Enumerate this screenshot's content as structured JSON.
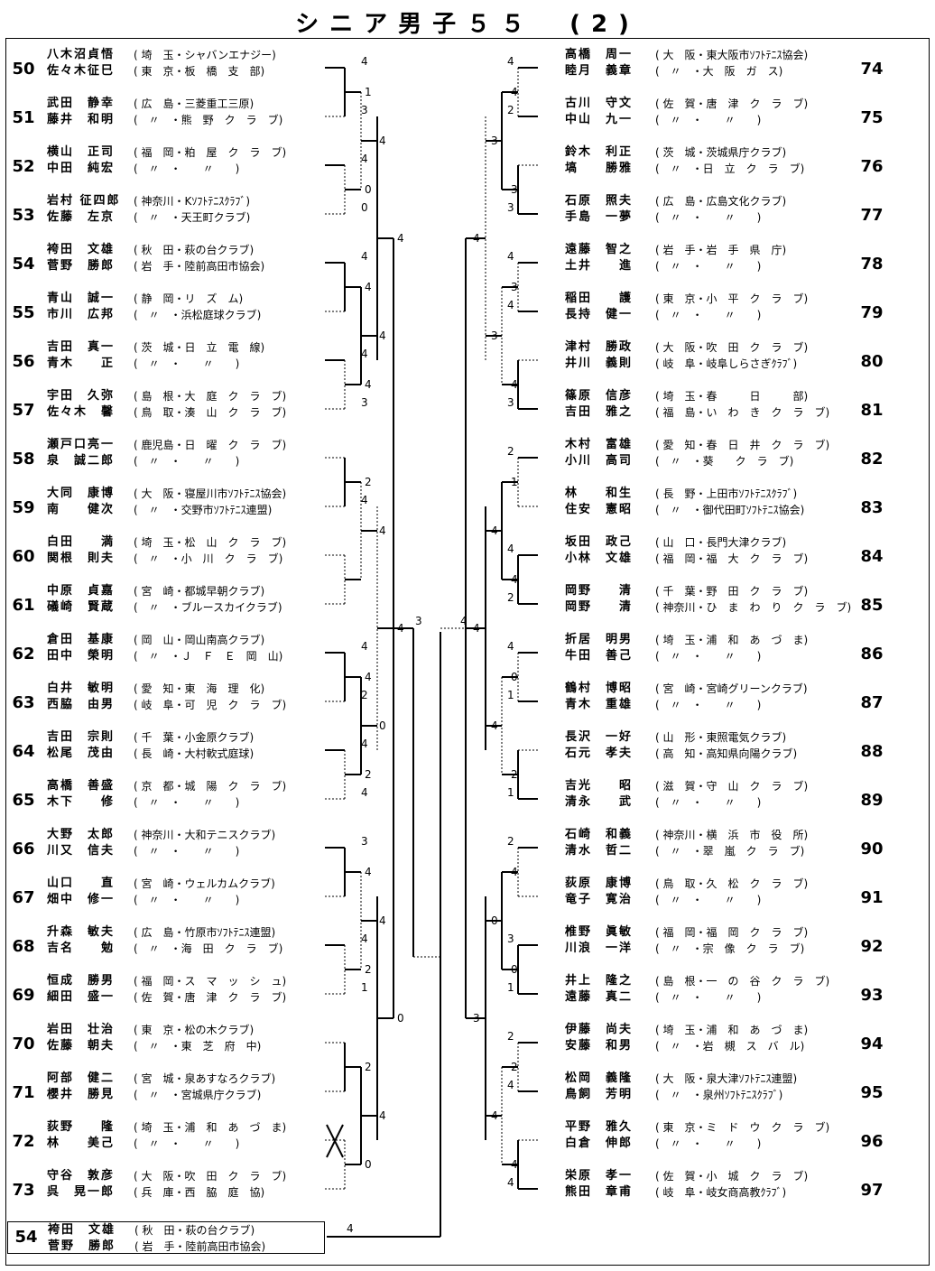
{
  "title": "シニア男子５５　(2)",
  "left_teams": [
    {
      "no": "50",
      "p1": "八木沼貞悟",
      "a1": "( 埼　玉・シャバンエナジー)",
      "p2": "佐々木征巳",
      "a2": "( 東　京・板　橋　支　部)"
    },
    {
      "no": "51",
      "p1": "武田　静幸",
      "a1": "( 広　島・三菱重工三原)",
      "p2": "藤井　和明",
      "a2": "(　〃　・熊　野　ク　ラ　ブ)"
    },
    {
      "no": "52",
      "p1": "横山　正司",
      "a1": "( 福　岡・粕　屋　ク　ラ　ブ)",
      "p2": "中田　純宏",
      "a2": "(　〃　・　　〃　　)"
    },
    {
      "no": "53",
      "p1": "岩村 征四郎",
      "a1": "( 神奈川・Kｿﾌﾄﾃﾆｽｸﾗﾌﾞ)",
      "p2": "佐藤　左京",
      "a2": "(　〃　・天王町クラブ)"
    },
    {
      "no": "54",
      "p1": "袴田　文雄",
      "a1": "( 秋　田・萩の台クラブ)",
      "p2": "菅野　勝郎",
      "a2": "( 岩　手・陸前高田市協会)"
    },
    {
      "no": "55",
      "p1": "青山　誠一",
      "a1": "( 静　岡・リ　ズ　ム)",
      "p2": "市川　広邦",
      "a2": "(　〃　・浜松庭球クラブ)"
    },
    {
      "no": "56",
      "p1": "吉田　真一",
      "a1": "( 茨　城・日　立　電　線)",
      "p2": "青木　　正",
      "a2": "(　〃　・　　〃　　)"
    },
    {
      "no": "57",
      "p1": "宇田　久弥",
      "a1": "( 島　根・大　庭　ク　ラ　ブ)",
      "p2": "佐々木　馨",
      "a2": "( 鳥　取・湊　山　ク　ラ　ブ)"
    },
    {
      "no": "58",
      "p1": "瀬戸口亮一",
      "a1": "( 鹿児島・日　曜　ク　ラ　ブ)",
      "p2": "泉　誠二郎",
      "a2": "(　〃　・　　〃　　)"
    },
    {
      "no": "59",
      "p1": "大同　康博",
      "a1": "( 大　阪・寝屋川市ｿﾌﾄﾃﾆｽ協会)",
      "p2": "南　　健次",
      "a2": "(　〃　・交野市ｿﾌﾄﾃﾆｽ連盟)"
    },
    {
      "no": "60",
      "p1": "白田　　満",
      "a1": "( 埼　玉・松　山　ク　ラ　ブ)",
      "p2": "関根　則夫",
      "a2": "(　〃　・小　川　ク　ラ　ブ)"
    },
    {
      "no": "61",
      "p1": "中原　貞嘉",
      "a1": "( 宮　崎・都城早朝クラブ)",
      "p2": "礒崎　賢蔵",
      "a2": "(　〃　・ブルースカイクラブ)"
    },
    {
      "no": "62",
      "p1": "倉田　基康",
      "a1": "( 岡　山・岡山南高クラブ)",
      "p2": "田中　榮明",
      "a2": "(　〃　・Ｊ　Ｆ　Ｅ　岡　山)"
    },
    {
      "no": "63",
      "p1": "白井　敏明",
      "a1": "( 愛　知・東　海　理　化)",
      "p2": "西脇　由男",
      "a2": "( 岐　阜・可　児　ク　ラ　ブ)"
    },
    {
      "no": "64",
      "p1": "吉田　宗則",
      "a1": "( 千　葉・小金原クラブ)",
      "p2": "松尾　茂由",
      "a2": "( 長　崎・大村軟式庭球)"
    },
    {
      "no": "65",
      "p1": "高橋　善盛",
      "a1": "( 京　都・城　陽　ク　ラ　ブ)",
      "p2": "木下　　修",
      "a2": "(　〃　・　　〃　　)"
    },
    {
      "no": "66",
      "p1": "大野　太郎",
      "a1": "( 神奈川・大和テニスクラブ)",
      "p2": "川又　信夫",
      "a2": "(　〃　・　　〃　　)"
    },
    {
      "no": "67",
      "p1": "山口　　直",
      "a1": "( 宮　崎・ウェルカムクラブ)",
      "p2": "畑中　修一",
      "a2": "(　〃　・　　〃　　)"
    },
    {
      "no": "68",
      "p1": "升森　敏夫",
      "a1": "( 広　島・竹原市ｿﾌﾄﾃﾆｽ連盟)",
      "p2": "吉名　　勉",
      "a2": "(　〃　・海　田　ク　ラ　ブ)"
    },
    {
      "no": "69",
      "p1": "恒成　勝男",
      "a1": "( 福　岡・ス　マ　ッ　シ　ュ)",
      "p2": "細田　盛一",
      "a2": "( 佐　賀・唐　津　ク　ラ　ブ)"
    },
    {
      "no": "70",
      "p1": "岩田　壮治",
      "a1": "( 東　京・松の木クラブ)",
      "p2": "佐藤　朝夫",
      "a2": "(　〃　・東　芝　府　中)"
    },
    {
      "no": "71",
      "p1": "阿部　健二",
      "a1": "( 宮　城・泉あすなろクラブ)",
      "p2": "櫻井　勝見",
      "a2": "(　〃　・宮城県庁クラブ)"
    },
    {
      "no": "72",
      "p1": "荻野　　隆",
      "a1": "( 埼　玉・浦　和　あ　づ　ま)",
      "p2": "林　　美己",
      "a2": "(　〃　・　　〃　　)"
    },
    {
      "no": "73",
      "p1": "守谷　敦彦",
      "a1": "( 大　阪・吹　田　ク　ラ　ブ)",
      "p2": "呉　晃一郎",
      "a2": "( 兵　庫・西　脇　庭　協)"
    }
  ],
  "right_teams": [
    {
      "no": "74",
      "p1": "高橋　周一",
      "a1": "( 大　阪・東大阪市ｿﾌﾄﾃﾆｽ協会)",
      "p2": "睦月　義章",
      "a2": "(　〃　・大　阪　ガ　ス)"
    },
    {
      "no": "75",
      "p1": "古川　守文",
      "a1": "( 佐　賀・唐　津　ク　ラ　ブ)",
      "p2": "中山　九一",
      "a2": "(　〃　・　　〃　　)"
    },
    {
      "no": "76",
      "p1": "鈴木　利正",
      "a1": "( 茨　城・茨城県庁クラブ)",
      "p2": "塙　　勝雅",
      "a2": "(　〃　・日　立　ク　ラ　ブ)"
    },
    {
      "no": "77",
      "p1": "石原　照夫",
      "a1": "( 広　島・広島文化クラブ)",
      "p2": "手島　一夢",
      "a2": "(　〃　・　　〃　　)"
    },
    {
      "no": "78",
      "p1": "遠藤　智之",
      "a1": "( 岩　手・岩　手　県　庁)",
      "p2": "土井　　進",
      "a2": "(　〃　・　　〃　　)"
    },
    {
      "no": "79",
      "p1": "稲田　　護",
      "a1": "( 東　京・小　平　ク　ラ　ブ)",
      "p2": "長持　健一",
      "a2": "(　〃　・　　〃　　)"
    },
    {
      "no": "80",
      "p1": "津村　勝政",
      "a1": "( 大　阪・吹　田　ク　ラ　ブ)",
      "p2": "井川　義則",
      "a2": "( 岐　阜・岐阜しらさぎｸﾗﾌﾞ)"
    },
    {
      "no": "81",
      "p1": "篠原　信彦",
      "a1": "( 埼　玉・春　　　日　　　部)",
      "p2": "吉田　雅之",
      "a2": "( 福　島・い　わ　き　ク　ラ　ブ)"
    },
    {
      "no": "82",
      "p1": "木村　富雄",
      "a1": "( 愛　知・春　日　井　ク　ラ　ブ)",
      "p2": "小川　高司",
      "a2": "(　〃　・葵　　ク　ラ　ブ)"
    },
    {
      "no": "83",
      "p1": "林　　和生",
      "a1": "( 長　野・上田市ｿﾌﾄﾃﾆｽｸﾗﾌﾞ)",
      "p2": "住安　憲昭",
      "a2": "(　〃　・御代田町ｿﾌﾄﾃﾆｽ協会)"
    },
    {
      "no": "84",
      "p1": "坂田　政己",
      "a1": "( 山　口・長門大津クラブ)",
      "p2": "小林　文雄",
      "a2": "( 福　岡・福　大　ク　ラ　ブ)"
    },
    {
      "no": "85",
      "p1": "岡野　　清",
      "a1": "( 千　葉・野　田　ク　ラ　ブ)",
      "p2": "岡野　　清",
      "a2": "( 神奈川・ひ　ま　わ　り　ク　ラ　ブ)"
    },
    {
      "no": "86",
      "p1": "折居　明男",
      "a1": "( 埼　玉・浦　和　あ　づ　ま)",
      "p2": "牛田　善己",
      "a2": "(　〃　・　　〃　　)"
    },
    {
      "no": "87",
      "p1": "鶴村　博昭",
      "a1": "( 宮　崎・宮崎グリーンクラブ)",
      "p2": "青木　重雄",
      "a2": "(　〃　・　　〃　　)"
    },
    {
      "no": "88",
      "p1": "長沢　一好",
      "a1": "( 山　形・東照電気クラブ)",
      "p2": "石元　孝夫",
      "a2": "( 高　知・高知県向陽クラブ)"
    },
    {
      "no": "89",
      "p1": "吉光　　昭",
      "a1": "( 滋　賀・守　山　ク　ラ　ブ)",
      "p2": "清永　　武",
      "a2": "(　〃　・　　〃　　)"
    },
    {
      "no": "90",
      "p1": "石崎　和義",
      "a1": "( 神奈川・横　浜　市　役　所)",
      "p2": "清水　哲二",
      "a2": "(　〃　・翠　嵐　ク　ラ　ブ)"
    },
    {
      "no": "91",
      "p1": "荻原　康博",
      "a1": "( 鳥　取・久　松　ク　ラ　ブ)",
      "p2": "竜子　寛治",
      "a2": "(　〃　・　　〃　　)"
    },
    {
      "no": "92",
      "p1": "椎野　眞敏",
      "a1": "( 福　岡・福　岡　ク　ラ　ブ)",
      "p2": "川浪　一洋",
      "a2": "(　〃　・宗　像　ク　ラ　ブ)"
    },
    {
      "no": "93",
      "p1": "井上　隆之",
      "a1": "( 島　根・一　の　谷　ク　ラ　ブ)",
      "p2": "遠藤　真二",
      "a2": "(　〃　・　　〃　　)"
    },
    {
      "no": "94",
      "p1": "伊藤　尚夫",
      "a1": "( 埼　玉・浦　和　あ　づ　ま)",
      "p2": "安藤　和男",
      "a2": "(　〃　・岩　槻　ス　バ　ル)"
    },
    {
      "no": "95",
      "p1": "松岡　義隆",
      "a1": "( 大　阪・泉大津ｿﾌﾄﾃﾆｽ連盟)",
      "p2": "鳥飼　芳明",
      "a2": "(　〃　・泉州ｿﾌﾄﾃﾆｽｸﾗﾌﾞ)"
    },
    {
      "no": "96",
      "p1": "平野　雅久",
      "a1": "( 東　京・ミ　ド　ウ　ク　ラ　ブ)",
      "p2": "白倉　伸郎",
      "a2": "(　〃　・　　〃　　)"
    },
    {
      "no": "97",
      "p1": "栄原　孝一",
      "a1": "( 佐　賀・小　城　ク　ラ　ブ)",
      "p2": "熊田　章甫",
      "a2": "( 岐　阜・岐女商高教ｸﾗﾌﾞ)"
    }
  ],
  "representative": {
    "no": "54",
    "p1": "袴田　文雄",
    "a1": "( 秋　田・萩の台クラブ)",
    "p2": "菅野　勝郎",
    "a2": "( 岩　手・陸前高田市協会)",
    "score": "4"
  },
  "scores_left_r1": [
    "4",
    "3",
    "4",
    "0",
    "4",
    "",
    "4",
    "3",
    "",
    "4",
    "",
    "",
    "4",
    "2",
    "4",
    "4",
    "3",
    "",
    "4",
    "1",
    "",
    "",
    ""
  ],
  "scores_left_r2": [
    "1",
    "0",
    "4",
    "4",
    "2",
    "",
    "4",
    "2",
    "4",
    "2",
    "2",
    "0",
    "4",
    "2",
    "1",
    "0",
    "0",
    "1",
    "0",
    "2",
    "4"
  ],
  "scores_left_r3": [
    "4",
    "4",
    "4",
    "0",
    "4",
    "4",
    "4",
    "2",
    "0",
    "1",
    "0",
    "2"
  ],
  "scores_right_r1": [
    "4",
    "2",
    "",
    "3",
    "4",
    "4",
    "",
    "3",
    "2",
    "",
    "4",
    "2",
    "4",
    "1",
    "",
    "1",
    "2",
    "",
    "3",
    "1",
    "2",
    "4",
    "",
    "4"
  ],
  "scores_right_r2": [
    "4",
    "3",
    "3",
    "4",
    "1",
    "4",
    "0",
    "2",
    "4",
    "0",
    "2",
    "4",
    "3",
    "2",
    "0",
    "4",
    "4"
  ],
  "scores_right_r3": [
    "3",
    "3",
    "4",
    "4",
    "0",
    "4",
    "4",
    "1"
  ],
  "scores_final": [
    "4",
    "4",
    "0",
    "4",
    "4",
    "3",
    "3",
    "4",
    "4",
    "4",
    "1",
    "4"
  ]
}
